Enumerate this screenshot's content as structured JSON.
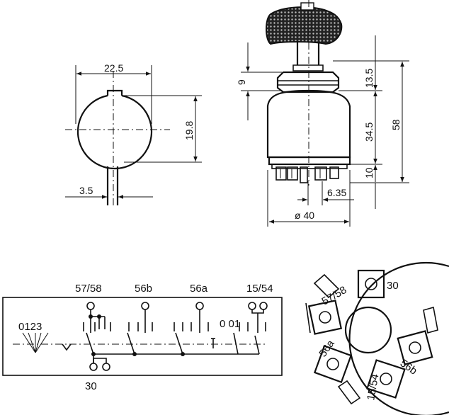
{
  "top_view_dims": {
    "width": "22.5",
    "height": "19.8",
    "tab": "3.5"
  },
  "side_view_dims": {
    "lever": "9",
    "top_h": "13.5",
    "body_h": "34.5",
    "base_h": "10",
    "total_h": "58",
    "terminal": "6.35",
    "diameter": "ø 40"
  },
  "wiring": {
    "positions": "0123",
    "positions_right": "0 01",
    "t_57_58": "57/58",
    "t_56b": "56b",
    "t_56a": "56a",
    "t_15_54": "15/54",
    "t_30": "30"
  },
  "terminal_face": {
    "t30": "30",
    "t57_58": "57/58",
    "t56a": "56a",
    "t56b": "56b",
    "t15_54": "15/54"
  }
}
